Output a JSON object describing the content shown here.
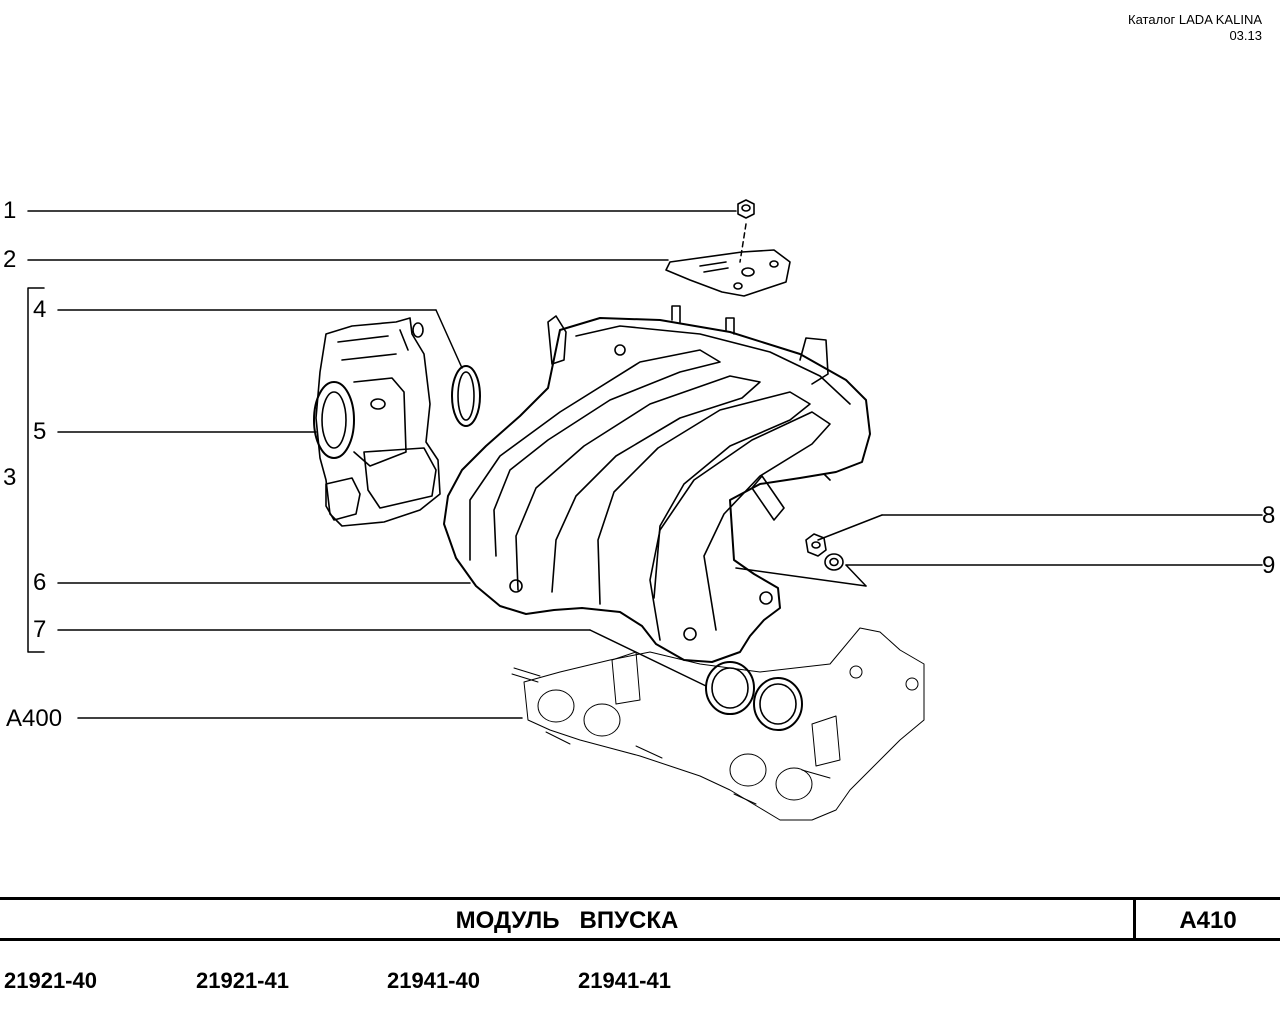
{
  "header": {
    "catalog": "Каталог LADA KALINA",
    "date": "03.13"
  },
  "callouts": [
    "1",
    "2",
    "3",
    "4",
    "5",
    "6",
    "7",
    "8",
    "9",
    "A400"
  ],
  "title": {
    "text": "МОДУЛЬ   ВПУСКА",
    "code": "A410"
  },
  "models": [
    "21921-40",
    "21921-41",
    "21941-40",
    "21941-41"
  ]
}
